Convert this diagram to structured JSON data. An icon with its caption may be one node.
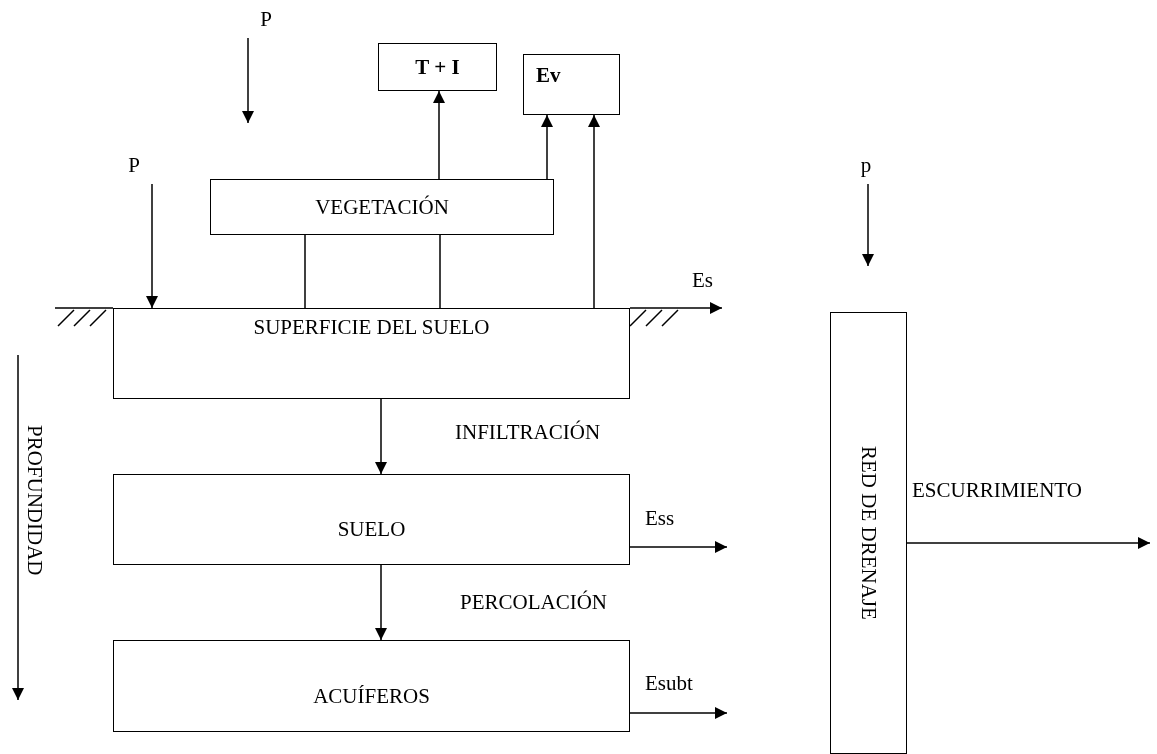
{
  "diagram": {
    "nodes": [
      {
        "text": [
          "P"
        ]
      },
      {
        "text": [
          "T + I"
        ]
      },
      {
        "text": [
          "Ev"
        ]
      },
      {
        "text": [
          "P"
        ]
      },
      {
        "text": [
          "VEGETACIÓN"
        ]
      },
      {
        "text": [
          "p"
        ]
      },
      {
        "text": [
          "SUPERFICIE DEL SUELO"
        ]
      },
      {
        "text": [
          "SUELO"
        ]
      },
      {
        "text": [
          "RED DE DRENAJE"
        ]
      },
      {
        "text": [
          "ACUÍFEROS"
        ]
      }
    ],
    "edges": [
      {
        "from": 0,
        "to": null,
        "arrow": "to"
      },
      {
        "from": 3,
        "to": 6,
        "arrow": "to"
      },
      {
        "from": 5,
        "to": null,
        "arrow": "to"
      },
      {
        "from": 4,
        "to": 1,
        "arrow": "to"
      },
      {
        "from": 4,
        "to": 2,
        "arrow": "to"
      },
      {
        "from": 6,
        "to": 2,
        "arrow": "to"
      },
      {
        "from": 4,
        "to": 6,
        "arrow": "none"
      },
      {
        "from": 4,
        "to": 6,
        "arrow": "none"
      },
      {
        "from": 6,
        "to": null,
        "arrow": "to",
        "label": "Es"
      },
      {
        "from": 6,
        "to": 7,
        "arrow": "to",
        "label": "INFILTRACIÓN"
      },
      {
        "from": 7,
        "to": null,
        "arrow": "to",
        "label": "Ess"
      },
      {
        "from": 7,
        "to": 9,
        "arrow": "to",
        "label": "PERCOLACIÓN"
      },
      {
        "from": 9,
        "to": null,
        "arrow": "to",
        "label": "Esubt"
      },
      {
        "from": 8,
        "to": null,
        "arrow": "to",
        "label": "ESCURRIMIENTO"
      }
    ],
    "labels": [
      "PROFUNDIDAD"
    ]
  }
}
